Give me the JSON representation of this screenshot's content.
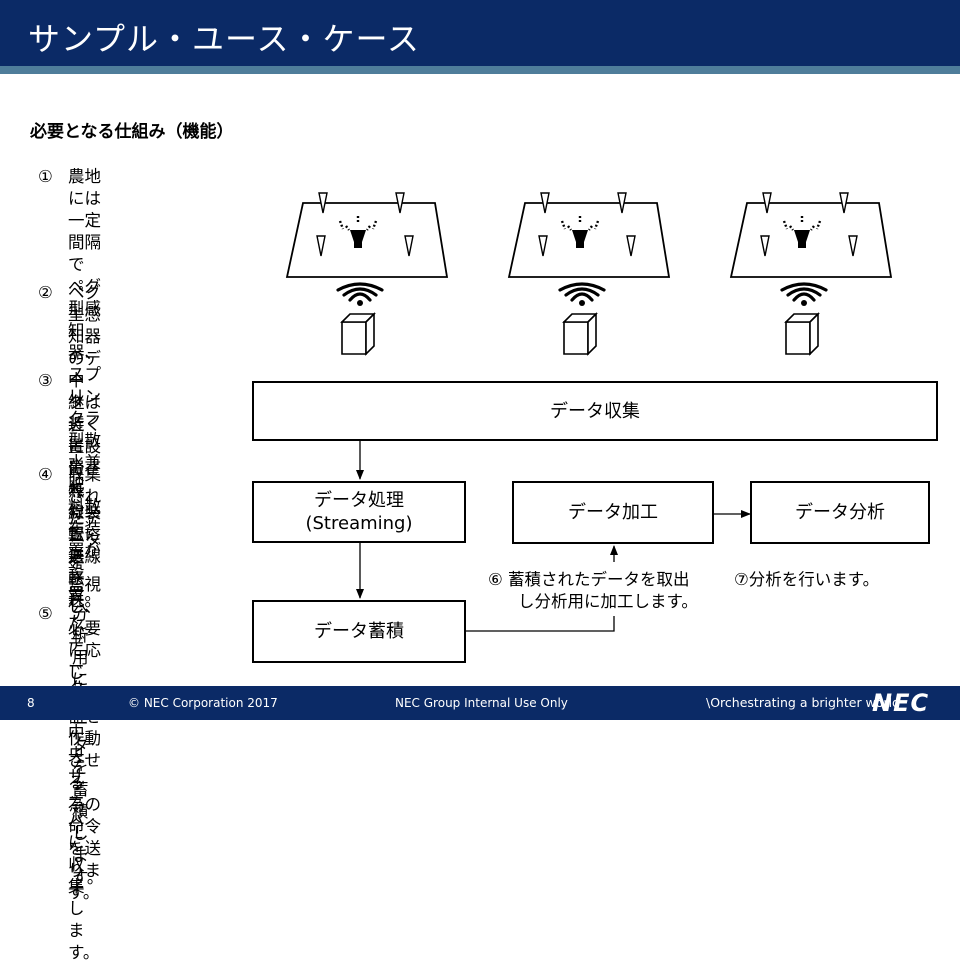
{
  "title": "サンプル・ユース・ケース",
  "subheading": "必要となる仕組み（機能）",
  "steps": [
    {
      "num": "①",
      "lines": [
        "農地には一定間隔で",
        "ペグ型感知器、スプ",
        "リンクラ型散水兼肥",
        "料散布装置が設置。"
      ]
    },
    {
      "num": "②",
      "lines": [
        "ペグ型感知器のデー",
        "タは近くに設置され",
        "た装置に無線転送。"
      ]
    },
    {
      "num": "③",
      "lines": [
        "中継装置に無線転送",
        "されたデータを中央",
        "サーバに収集します。"
      ]
    },
    {
      "num": "④",
      "lines": [
        "収集されたデータを",
        "監視し、必要に応じ",
        "て機器を作動させる",
        "為の命令を送ります。"
      ]
    },
    {
      "num": "⑤",
      "lines": [
        "分析用にデータを蓄",
        "積します。"
      ]
    }
  ],
  "boxes": {
    "collect": "データ収集",
    "process": [
      "データ処理",
      "(Streaming)"
    ],
    "process_label": "データ処理 (Streaming)",
    "store": "データ蓄積",
    "refine": "データ加工",
    "analyze": "データ分析"
  },
  "notes": {
    "six_lines": [
      "⑥ 蓄積されたデータを取出",
      "し分析用に加工します。"
    ],
    "seven": "⑦分析を行います。"
  },
  "fields": [
    {
      "name": "field-1"
    },
    {
      "name": "field-2"
    },
    {
      "name": "field-3"
    }
  ],
  "icons": [
    "peg-sensor-icon",
    "sprinkler-icon",
    "wireless-icon",
    "relay-device-icon"
  ],
  "footer": {
    "page": "8",
    "copyright": "© NEC Corporation 2017",
    "classification": "NEC Group Internal Use Only",
    "tagline": "\\Orchestrating a brighter world",
    "logo": "NEC"
  },
  "colors": {
    "header": "#0b2a66",
    "stripe": "#4f7d9a"
  }
}
